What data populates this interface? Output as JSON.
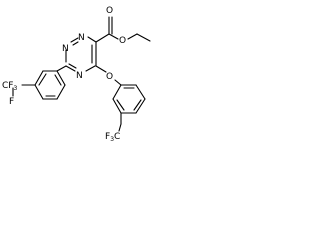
{
  "molecule": {
    "atoms": {
      "ester_carbonyl_o": "O",
      "ester_ether_o": "O",
      "aryloxy_o": "O",
      "ring_n1": "N",
      "ring_n2": "N",
      "ring_n4": "N",
      "cf3_left": "CF",
      "cf3_left_sub": "3",
      "f_left": "F",
      "cf3_right_prefix": "F",
      "cf3_right_sub": "3",
      "cf3_right_c": "C"
    },
    "colors": {
      "bond": "#000000",
      "text": "#000000",
      "background": "#ffffff"
    }
  }
}
